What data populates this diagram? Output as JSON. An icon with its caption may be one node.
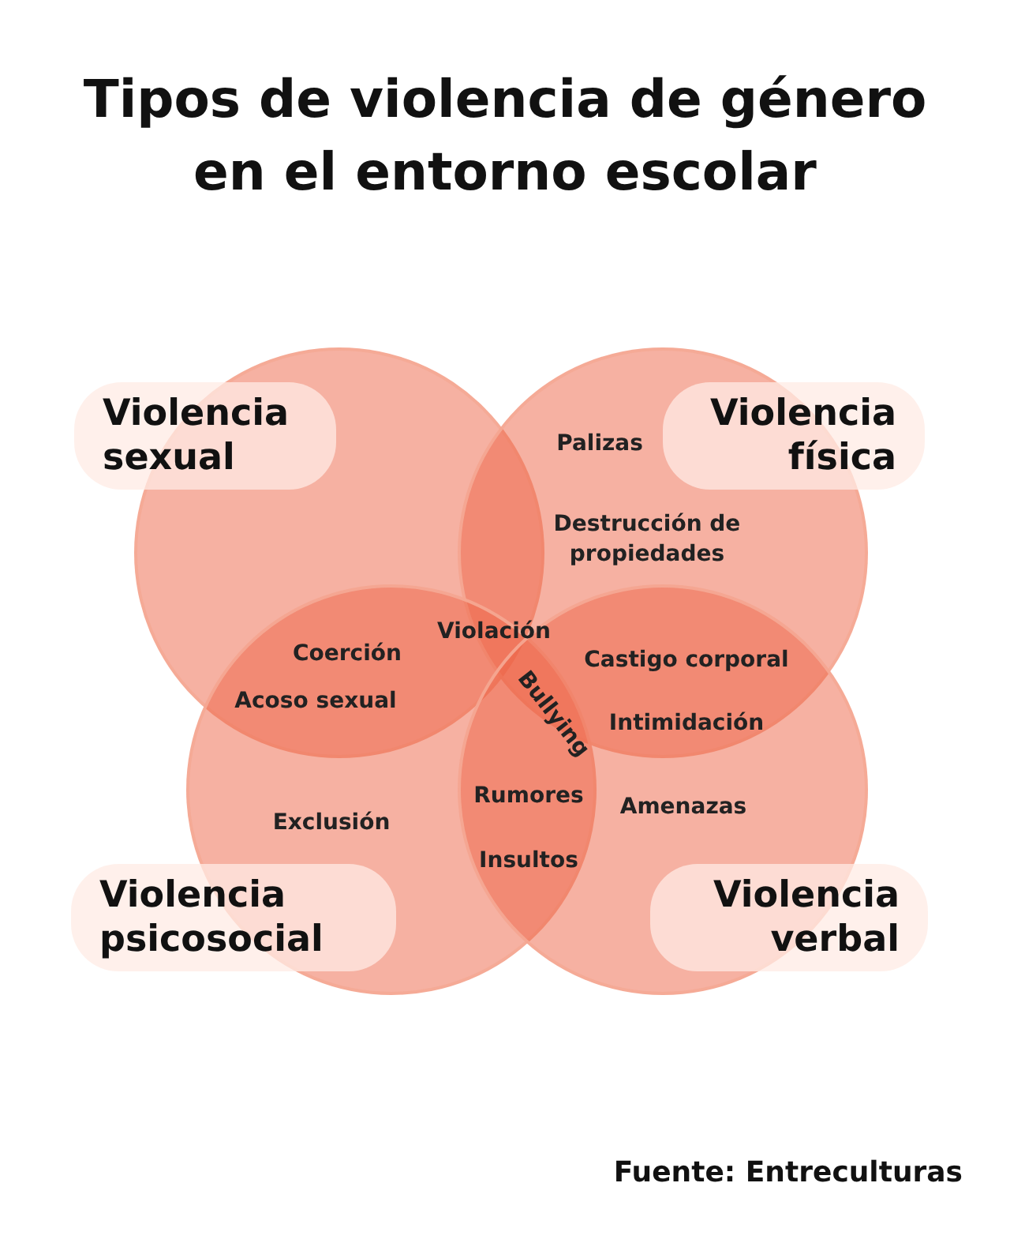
{
  "diagram": {
    "title": "Tipos de violencia de género en el entorno escolar",
    "nodes": [
      {
        "text": [
          "Violencia sexual"
        ]
      },
      {
        "text": [
          "Violencia física"
        ]
      },
      {
        "text": [
          "Violencia psicosocial"
        ]
      },
      {
        "text": [
          "Violencia verbal"
        ]
      }
    ],
    "labels": [
      "Palizas",
      "Destrucción de propiedades",
      "Coerción",
      "Violación",
      "Castigo corporal",
      "Acoso sexual",
      "Bullying",
      "Intimidación",
      "Rumores",
      "Exclusión",
      "Amenazas",
      "Insultos",
      "Fuente: Entreculturas"
    ]
  }
}
